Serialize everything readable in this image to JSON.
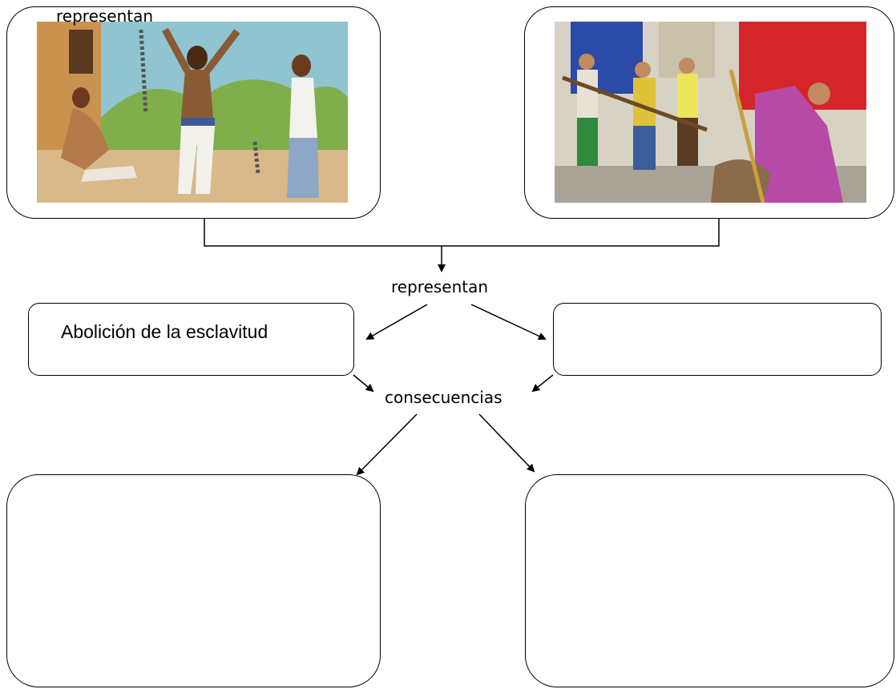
{
  "labels": {
    "top_label": "representan",
    "middle_label": "representan",
    "consequences_label": "consecuencias"
  },
  "boxes": {
    "left_concept": "Abolición de la esclavitud",
    "right_concept": "",
    "bottom_left": "",
    "bottom_right": ""
  },
  "images": {
    "left": "illustration: freed slaves holding broken chains",
    "right": "illustration: crowd with flags and rifles in uprising"
  }
}
